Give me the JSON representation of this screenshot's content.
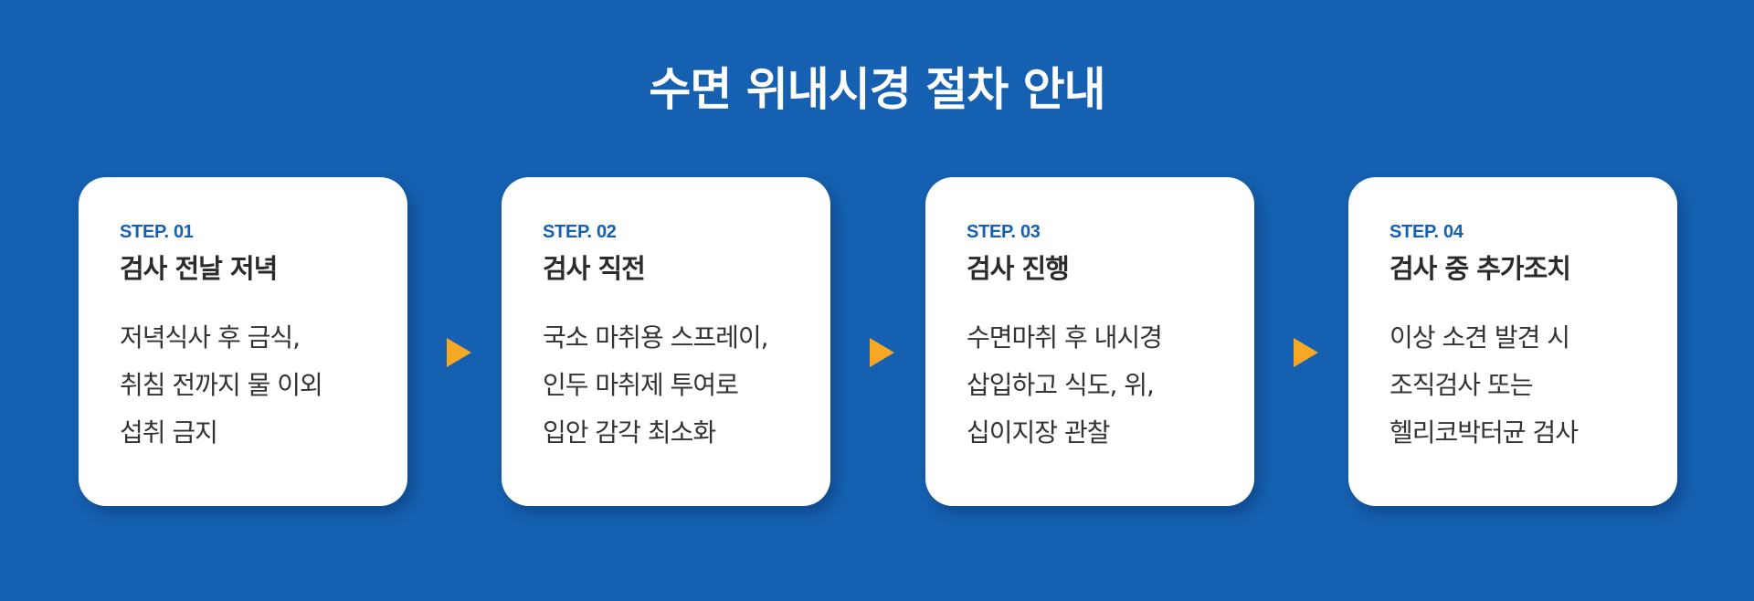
{
  "title": "수면 위내시경 절차 안내",
  "steps": [
    {
      "label": "STEP. 01",
      "title": "검사 전날 저녁",
      "lines": [
        "저녁식사 후 금식,",
        "취침 전까지 물 이외",
        "섭취 금지"
      ]
    },
    {
      "label": "STEP. 02",
      "title": "검사 직전",
      "lines": [
        "국소 마취용 스프레이,",
        "인두 마취제 투여로",
        "입안 감각 최소화"
      ]
    },
    {
      "label": "STEP. 03",
      "title": "검사 진행",
      "lines": [
        "수면마취 후 내시경",
        "삽입하고 식도, 위,",
        "십이지장 관찰"
      ]
    },
    {
      "label": "STEP. 04",
      "title": "검사 중 추가조치",
      "lines": [
        "이상 소견 발견 시",
        "조직검사 또는",
        "헬리코박터균 검사"
      ]
    }
  ],
  "colors": {
    "background": "#1560b0",
    "card": "#ffffff",
    "step_label": "#1560b0",
    "arrow": "#f6a823",
    "text": "#333333"
  },
  "icons": {
    "connector": "arrow-right-icon"
  }
}
